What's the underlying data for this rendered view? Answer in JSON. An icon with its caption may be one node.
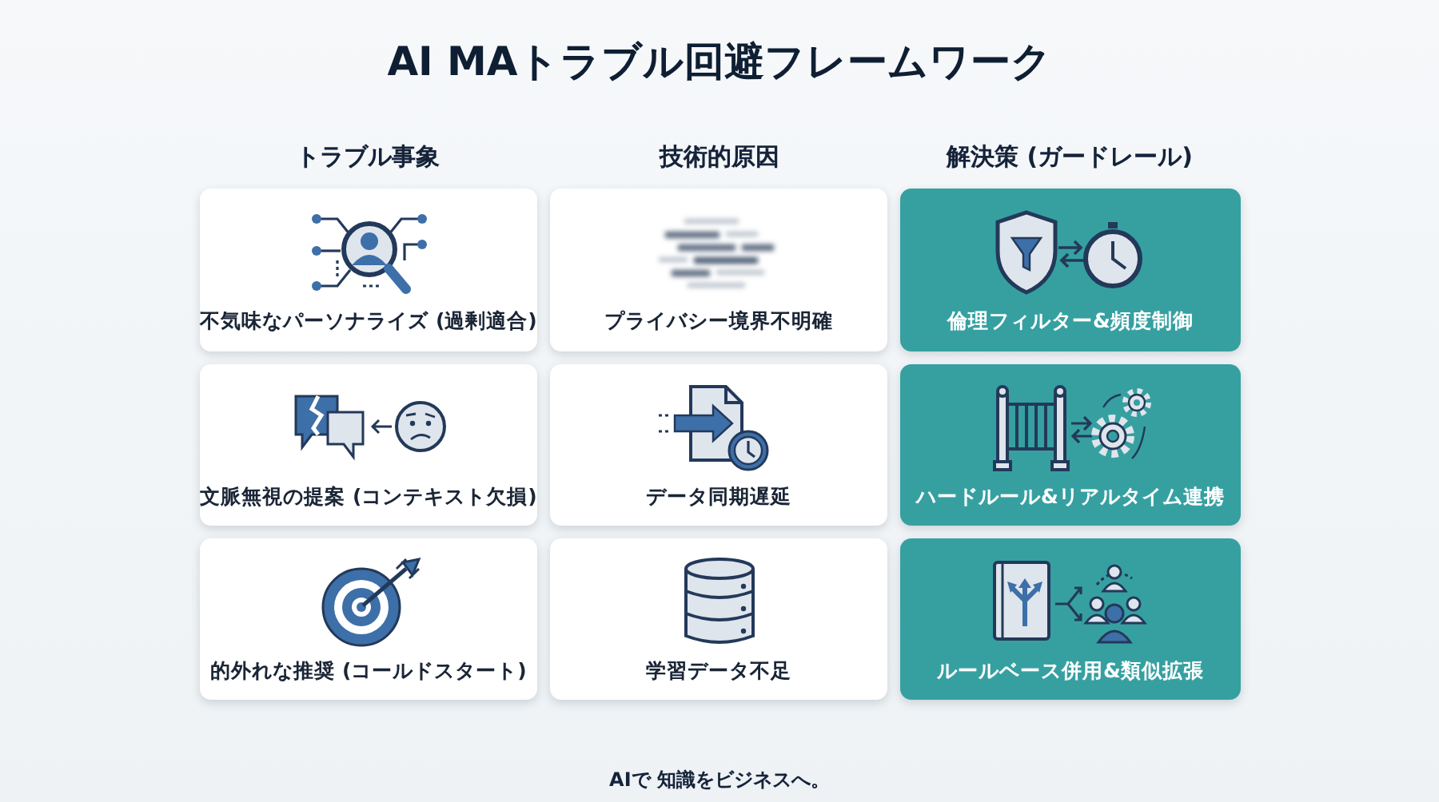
{
  "diagram": {
    "title": "AI MAトラブル回避フレームワーク",
    "nodes": [
      {
        "text": [
          "不気味なパーソナライズ (過剰適合)"
        ]
      },
      {
        "text": [
          "プライバシー境界不明確"
        ]
      },
      {
        "text": [
          "倫理フィルター&頻度制御"
        ]
      },
      {
        "text": [
          "文脈無視の提案 (コンテキスト欠損)"
        ]
      },
      {
        "text": [
          "データ同期遅延"
        ]
      },
      {
        "text": [
          "ハードルール&リアルタイム連携"
        ]
      },
      {
        "text": [
          "的外れな推奨 (コールドスタート)"
        ]
      },
      {
        "text": [
          "学習データ不足"
        ]
      },
      {
        "text": [
          "ルールベース併用&類似拡張"
        ]
      }
    ],
    "labels": [
      "トラブル事象",
      "技術的原因",
      "解決策 (ガードレール)",
      "AIで 知識をビジネスへ。"
    ]
  }
}
